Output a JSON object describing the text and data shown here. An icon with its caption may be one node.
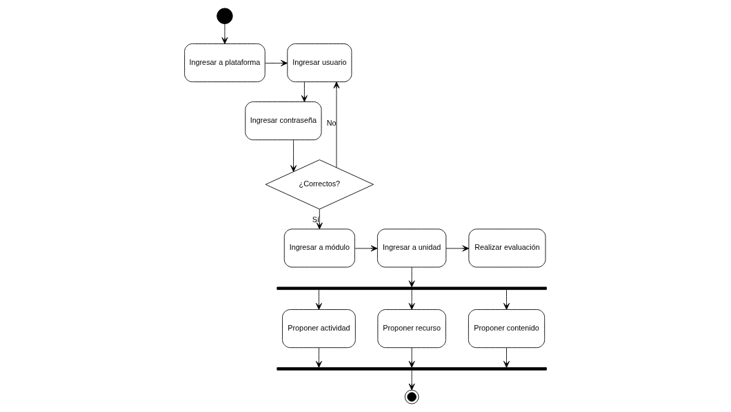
{
  "diagram": {
    "nodes": [
      {
        "text": [],
        "shape": "circle"
      },
      {
        "text": [
          "Ingresar a plataforma"
        ]
      },
      {
        "text": [
          "Ingresar usuario"
        ]
      },
      {
        "text": [
          "Ingresar contraseña"
        ]
      },
      {
        "text": [
          "¿Correctos?"
        ]
      },
      {
        "text": [
          "Ingresar a módulo"
        ]
      },
      {
        "text": [
          "Ingresar a unidad"
        ]
      },
      {
        "text": [
          "Realizar evaluación"
        ]
      },
      {
        "text": [],
        "shape": "bar"
      },
      {
        "text": [
          "Proponer actividad"
        ]
      },
      {
        "text": [
          "Proponer recurso"
        ]
      },
      {
        "text": [
          "Proponer contenido"
        ]
      },
      {
        "text": [],
        "shape": "bar"
      },
      {
        "text": [],
        "shape": "circle"
      }
    ],
    "edges": [
      {
        "from": 0,
        "to": 1,
        "arrow": "to"
      },
      {
        "from": 1,
        "to": 2,
        "arrow": "to"
      },
      {
        "from": 2,
        "to": 3,
        "arrow": "to"
      },
      {
        "from": 3,
        "to": 4,
        "arrow": "to"
      },
      {
        "from": 4,
        "to": 2,
        "label": "No",
        "arrow": "to"
      },
      {
        "from": 4,
        "to": 5,
        "label": "Sí",
        "arrow": "to"
      },
      {
        "from": 5,
        "to": 6,
        "arrow": "to"
      },
      {
        "from": 6,
        "to": 7,
        "arrow": "to"
      },
      {
        "from": 6,
        "to": 8,
        "arrow": "to"
      },
      {
        "from": 8,
        "to": 9,
        "arrow": "to"
      },
      {
        "from": 8,
        "to": 10,
        "arrow": "to"
      },
      {
        "from": 8,
        "to": 11,
        "arrow": "to"
      },
      {
        "from": 9,
        "to": 12,
        "arrow": "to"
      },
      {
        "from": 10,
        "to": 12,
        "arrow": "to"
      },
      {
        "from": 11,
        "to": 12,
        "arrow": "to"
      },
      {
        "from": 12,
        "to": 13,
        "arrow": "to"
      }
    ]
  }
}
